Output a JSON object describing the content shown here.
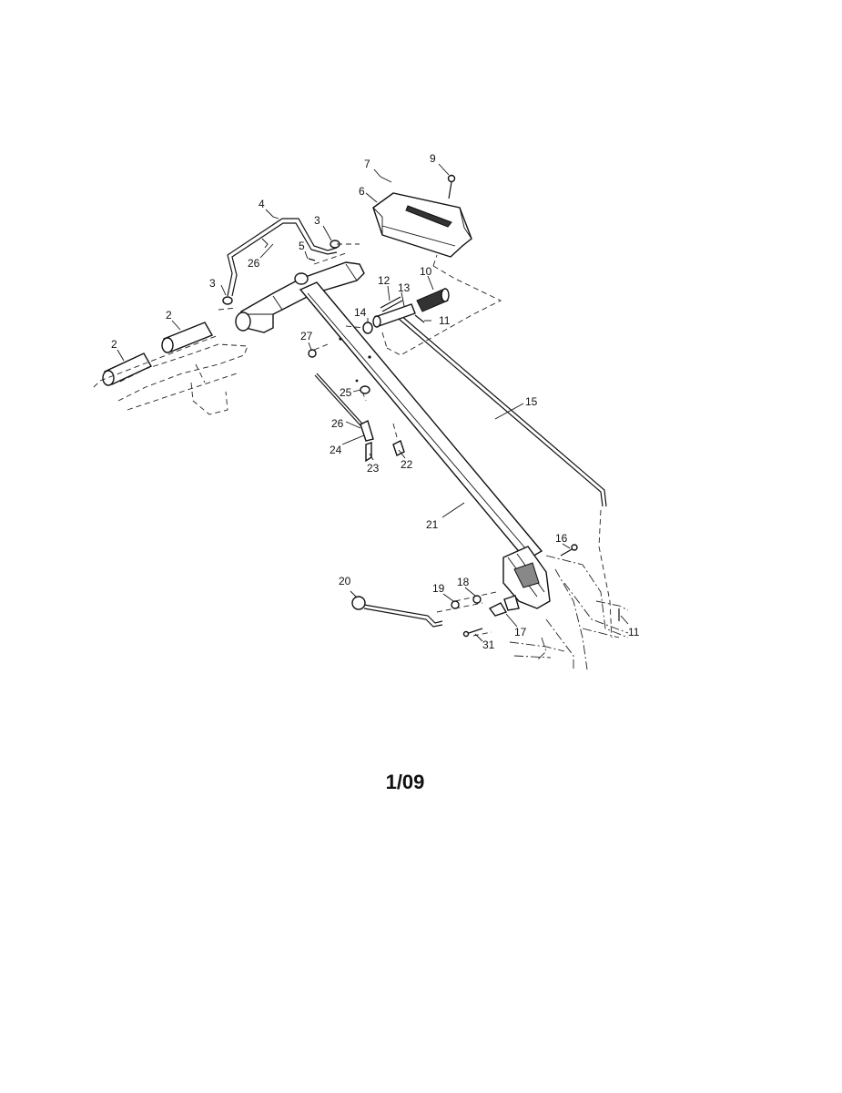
{
  "diagram": {
    "callouts": [
      {
        "id": "c7",
        "text": "7"
      },
      {
        "id": "c9",
        "text": "9"
      },
      {
        "id": "c6",
        "text": "6"
      },
      {
        "id": "c4",
        "text": "4"
      },
      {
        "id": "c3a",
        "text": "3"
      },
      {
        "id": "c5",
        "text": "5"
      },
      {
        "id": "c26a",
        "text": "26"
      },
      {
        "id": "c3b",
        "text": "3"
      },
      {
        "id": "c10",
        "text": "10"
      },
      {
        "id": "c12",
        "text": "12"
      },
      {
        "id": "c13",
        "text": "13"
      },
      {
        "id": "c14",
        "text": "14"
      },
      {
        "id": "c11a",
        "text": "11"
      },
      {
        "id": "c2a",
        "text": "2"
      },
      {
        "id": "c2b",
        "text": "2"
      },
      {
        "id": "c27",
        "text": "27"
      },
      {
        "id": "c25",
        "text": "25"
      },
      {
        "id": "c26b",
        "text": "26"
      },
      {
        "id": "c24",
        "text": "24"
      },
      {
        "id": "c23",
        "text": "23"
      },
      {
        "id": "c22",
        "text": "22"
      },
      {
        "id": "c15",
        "text": "15"
      },
      {
        "id": "c21",
        "text": "21"
      },
      {
        "id": "c16",
        "text": "16"
      },
      {
        "id": "c20",
        "text": "20"
      },
      {
        "id": "c19",
        "text": "19"
      },
      {
        "id": "c18",
        "text": "18"
      },
      {
        "id": "c17",
        "text": "17"
      },
      {
        "id": "c11b",
        "text": "11"
      },
      {
        "id": "c31",
        "text": "31"
      }
    ]
  },
  "footer": {
    "date_code": "1/09"
  }
}
